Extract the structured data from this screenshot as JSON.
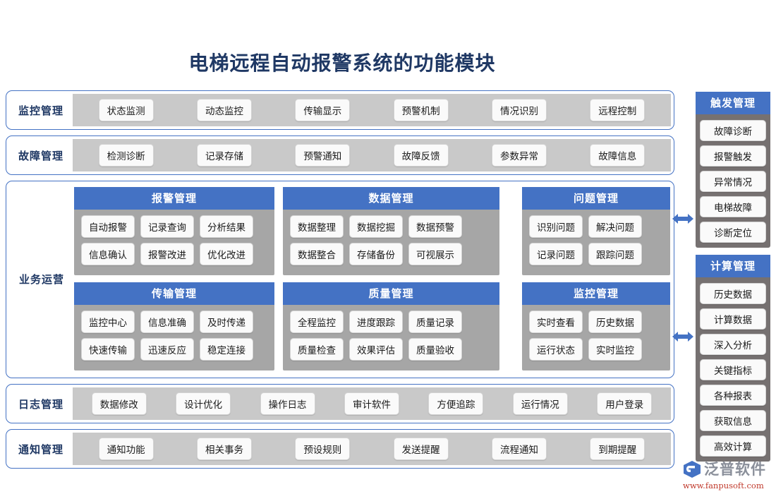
{
  "title": "电梯远程自动报警系统的功能模块",
  "bands": [
    {
      "label": "监控管理",
      "chips": [
        "状态监测",
        "动态监控",
        "传输显示",
        "预警机制",
        "情况识别",
        "远程控制"
      ]
    },
    {
      "label": "故障管理",
      "chips": [
        "检测诊断",
        "记录存储",
        "预警通知",
        "故障反馈",
        "参数异常",
        "故障信息"
      ]
    }
  ],
  "ops": {
    "label": "业务运营",
    "row1": [
      {
        "head": "报警管理",
        "lines": [
          [
            "自动报警",
            "记录查询",
            "分析结果"
          ],
          [
            "信息确认",
            "报警改进",
            "优化改进"
          ]
        ]
      },
      {
        "head": "数据管理",
        "lines": [
          [
            "数据整理",
            "数据挖掘",
            "数据预警"
          ],
          [
            "数据整合",
            "存储备份",
            "可视展示"
          ]
        ]
      },
      {
        "head": "问题管理",
        "lines": [
          [
            "识别问题",
            "解决问题"
          ],
          [
            "记录问题",
            "跟踪问题"
          ]
        ]
      }
    ],
    "row2": [
      {
        "head": "传输管理",
        "lines": [
          [
            "监控中心",
            "信息准确",
            "及时传递"
          ],
          [
            "快速传输",
            "迅速反应",
            "稳定连接"
          ]
        ]
      },
      {
        "head": "质量管理",
        "lines": [
          [
            "全程监控",
            "进度跟踪",
            "质量记录"
          ],
          [
            "质量检查",
            "效果评估",
            "质量验收"
          ]
        ]
      },
      {
        "head": "监控管理",
        "lines": [
          [
            "实时查看",
            "历史数据"
          ],
          [
            "运行状态",
            "实时监控"
          ]
        ]
      }
    ]
  },
  "bottom_bands": [
    {
      "label": "日志管理",
      "chips": [
        "数据修改",
        "设计优化",
        "操作日志",
        "审计软件",
        "方便追踪",
        "运行情况",
        "用户登录"
      ]
    },
    {
      "label": "通知管理",
      "chips": [
        "通知功能",
        "相关事务",
        "预设规则",
        "发送提醒",
        "流程通知",
        "到期提醒"
      ]
    }
  ],
  "sidebar": [
    {
      "head": "触发管理",
      "items": [
        "故障诊断",
        "报警触发",
        "异常情况",
        "电梯故障",
        "诊断定位"
      ]
    },
    {
      "head": "计算管理",
      "items": [
        "历史数据",
        "计算数据",
        "深入分析",
        "关键指标",
        "各种报表",
        "获取信息",
        "高效计算"
      ]
    }
  ],
  "logo": {
    "brand": "泛普软件",
    "url": "www.fanpusoft.com"
  },
  "colors": {
    "accent_blue": "#4472c4",
    "title_navy": "#1f3864",
    "panel_gray": "#a6a6a6",
    "band_gray": "#c9c9c9",
    "sidebar_gray": "#767171",
    "chip_bg": "#fafafa",
    "logo_red": "#c0392b"
  }
}
